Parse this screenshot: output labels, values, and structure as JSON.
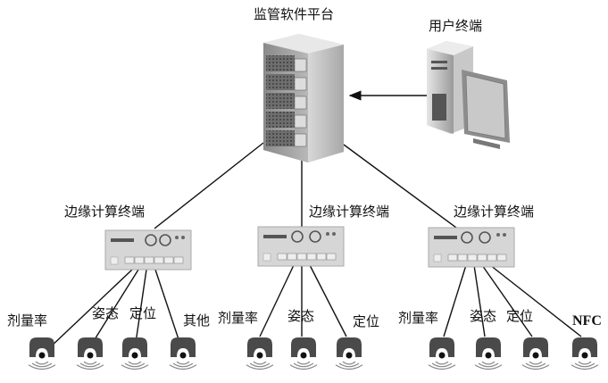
{
  "title": "监管软件平台",
  "platform": {
    "label": "监管软件平台",
    "icon": "server-rack-icon"
  },
  "user_terminal": {
    "label": "用户终端",
    "icon": "desktop-computer-icon"
  },
  "edge_nodes": [
    {
      "label": "边缘计算终端",
      "icon": "edge-device-icon",
      "sensors": [
        {
          "label": "剂量率",
          "icon": "wireless-sensor-icon"
        },
        {
          "label": "姿态",
          "icon": "wireless-sensor-icon"
        },
        {
          "label": "定位",
          "icon": "wireless-sensor-icon"
        },
        {
          "label": "其他",
          "icon": "wireless-sensor-icon"
        }
      ]
    },
    {
      "label": "边缘计算终端",
      "icon": "edge-device-icon",
      "sensors": [
        {
          "label": "剂量率",
          "icon": "wireless-sensor-icon"
        },
        {
          "label": "姿态",
          "icon": "wireless-sensor-icon"
        },
        {
          "label": "定位",
          "icon": "wireless-sensor-icon"
        }
      ]
    },
    {
      "label": "边缘计算终端",
      "icon": "edge-device-icon",
      "sensors": [
        {
          "label": "剂量率",
          "icon": "wireless-sensor-icon"
        },
        {
          "label": "姿态",
          "icon": "wireless-sensor-icon"
        },
        {
          "label": "定位",
          "icon": "wireless-sensor-icon"
        },
        {
          "label": "NFC",
          "icon": "wireless-sensor-icon"
        }
      ]
    }
  ],
  "connections": [
    {
      "from": "用户终端",
      "to": "监管软件平台",
      "type": "arrow"
    },
    {
      "from": "监管软件平台",
      "to": "边缘计算终端",
      "type": "line"
    }
  ]
}
